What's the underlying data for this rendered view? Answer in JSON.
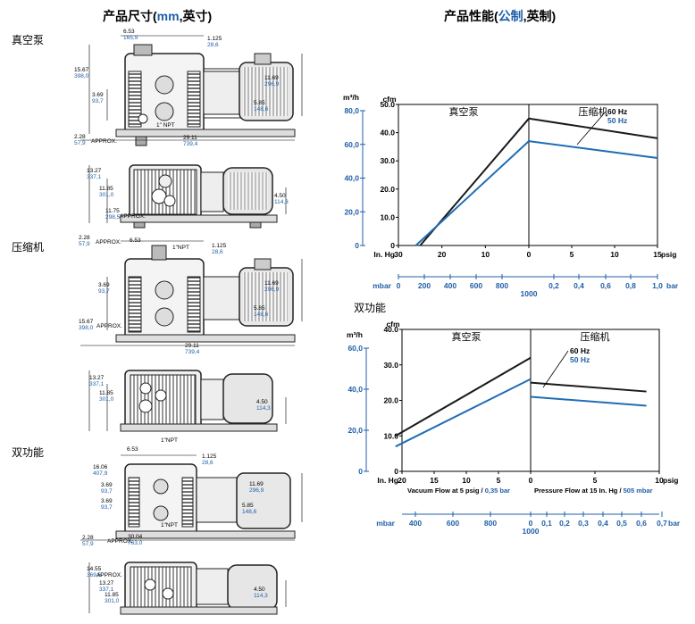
{
  "left": {
    "title_prefix": "产品尺寸(",
    "title_metric": "mm",
    "title_suffix": ",英寸)",
    "sections": [
      "真空泵",
      "压缩机",
      "双功能"
    ],
    "dims": {
      "d1": [
        "6.53",
        "165,9"
      ],
      "d2": [
        "1.125",
        "28,6"
      ],
      "d3": [
        "15.67",
        "398,0"
      ],
      "d4": [
        "3.69",
        "93,7"
      ],
      "d5": [
        "11.69",
        "296,9"
      ],
      "d6": [
        "5.85",
        "148,6"
      ],
      "npt": "1\" NPT",
      "d7": [
        "2.28",
        "57,9"
      ],
      "approx": "APPROX.",
      "d8": [
        "29.11",
        "739,4"
      ],
      "d9": [
        "13.27",
        "337,1"
      ],
      "d10": [
        "11.85",
        "301,0"
      ],
      "d11": [
        "11.75",
        "298,5"
      ],
      "d12": [
        "4.50",
        "114,3"
      ],
      "npt2": "1\"NPT",
      "d13": [
        "16.06",
        "407,9"
      ],
      "d14": [
        "30.04",
        "763,0"
      ],
      "d15": [
        "14.55",
        "369,6"
      ]
    }
  },
  "right": {
    "title_prefix": "产品性能(",
    "title_metric": "公制",
    "title_suffix": ",英制)",
    "side_label": "双功能",
    "colors": {
      "black_series": "#1a1a1a",
      "blue_series": "#1f6db5",
      "axis_blue": "#1f5fa8"
    }
  },
  "chart_data": [
    {
      "type": "line",
      "region_labels": [
        "真空泵",
        "压缩机"
      ],
      "left_unit_metric": "m³/h",
      "left_unit_imperial": "cfm",
      "metric_ticks": [
        "0",
        "20,0",
        "40,0",
        "60,0",
        "80,0"
      ],
      "cfm_ticks": [
        "0",
        "10.0",
        "20.0",
        "30.0",
        "40.0",
        "50.0"
      ],
      "cfm_range": [
        0,
        50
      ],
      "inhg_label": "In. Hg",
      "inhg_ticks": [
        "30",
        "20",
        "10",
        "0"
      ],
      "psig_label": "psig",
      "psig_ticks": [
        "5",
        "10",
        "15"
      ],
      "mbar_label": "mbar",
      "mbar_vac_ticks": [
        "0",
        "200",
        "400",
        "600",
        "800"
      ],
      "bar_label": "bar",
      "bar_ticks": [
        "0,2",
        "0,4",
        "0,6",
        "0,8",
        "1,0"
      ],
      "zero_mbar": "1000",
      "series": [
        {
          "name": "60 Hz",
          "color": "#1a1a1a",
          "vacuum_inhg": [
            25,
            0
          ],
          "vacuum_cfm": [
            0,
            45
          ],
          "pressure_psig": [
            0,
            15
          ],
          "pressure_cfm": [
            45,
            38
          ]
        },
        {
          "name": "50 Hz",
          "color": "#1f6db5",
          "vacuum_inhg": [
            26,
            0
          ],
          "vacuum_cfm": [
            0,
            37
          ],
          "pressure_psig": [
            0,
            15
          ],
          "pressure_cfm": [
            37,
            31
          ]
        }
      ]
    },
    {
      "type": "line",
      "region_labels": [
        "真空泵",
        "压缩机"
      ],
      "left_unit_metric": "m³/h",
      "left_unit_imperial": "cfm",
      "metric_ticks": [
        "0",
        "20,0",
        "40,0",
        "60,0"
      ],
      "cfm_ticks": [
        "0",
        "10.0",
        "20.0",
        "30.0",
        "40.0"
      ],
      "cfm_range": [
        0,
        40
      ],
      "inhg_label": "In. Hg",
      "inhg_ticks": [
        "20",
        "15",
        "10",
        "5",
        "0"
      ],
      "psig_label": "psig",
      "psig_ticks": [
        "5",
        "10"
      ],
      "vacuum_caption": "Vacuum Flow at 5 psig / ",
      "vacuum_caption_metric": "0,35 bar",
      "pressure_caption": "Pressure Flow at 15 In. Hg / ",
      "pressure_caption_metric": "505 mbar",
      "mbar_label": "mbar",
      "mbar_vac_ticks": [
        "400",
        "600",
        "800",
        "0"
      ],
      "bar_label": "bar",
      "bar_ticks": [
        "0,1",
        "0,2",
        "0,3",
        "0,4",
        "0,5",
        "0,6",
        "0,7"
      ],
      "zero_mbar": "1000",
      "series": [
        {
          "name": "60 Hz",
          "color": "#1a1a1a",
          "vacuum_inhg": [
            21,
            0
          ],
          "vacuum_cfm": [
            10,
            32
          ],
          "pressure_psig": [
            0,
            9
          ],
          "pressure_cfm": [
            25,
            22.5
          ]
        },
        {
          "name": "50 Hz",
          "color": "#1f6db5",
          "vacuum_inhg": [
            21,
            0
          ],
          "vacuum_cfm": [
            7,
            26
          ],
          "pressure_psig": [
            0,
            9
          ],
          "pressure_cfm": [
            21,
            18.5
          ]
        }
      ]
    }
  ]
}
